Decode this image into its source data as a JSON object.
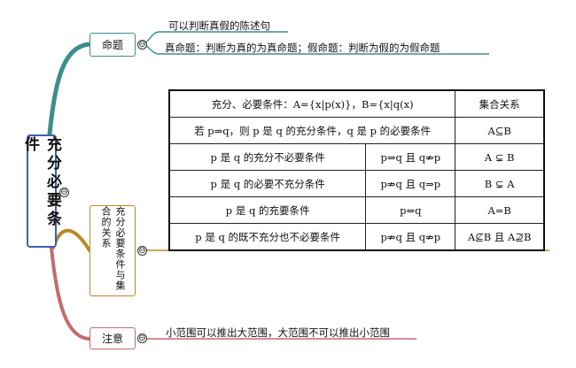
{
  "root": {
    "title": "充分必要条件"
  },
  "branches": [
    {
      "label": "命题",
      "color": "#3a8f8a",
      "leaves": [
        "可以判断真假的陈述句",
        "真命题：判断为真的为真命题；假命题：判断为假的为假命题"
      ]
    },
    {
      "label": "充分必要条件与集合的关系",
      "color": "#b98a24"
    },
    {
      "label": "注意",
      "color": "#c46a70",
      "leaves": [
        "小范围可以推出大范围，大范围不可以推出小范围"
      ]
    }
  ],
  "toggle_symbol": "⊖",
  "table": {
    "header": {
      "condition": "充分、必要条件：A={x|p(x)}，B={x|q(x)",
      "relation": "集合关系"
    },
    "row_def": {
      "text": "若 p⇒q，则 p 是 q 的充分条件，q 是 p 的必要条件",
      "relation": "A⊆B"
    },
    "rows": [
      {
        "condition": "p 是 q 的充分不必要条件",
        "implication": "p⇒q 且 q⇏p",
        "relation": "A ⊊ B"
      },
      {
        "condition": "p 是 q 的必要不充分条件",
        "implication": "p⇏q 且 q⇒p",
        "relation": "B ⊊ A"
      },
      {
        "condition": "p 是 q 的充要条件",
        "implication": "p⇔q",
        "relation": "A=B"
      },
      {
        "condition": "p 是 q 的既不充分也不必要条件",
        "implication": "p⇏q 且 q⇏p",
        "relation": "A⊈B 且 A⊉B"
      }
    ]
  }
}
